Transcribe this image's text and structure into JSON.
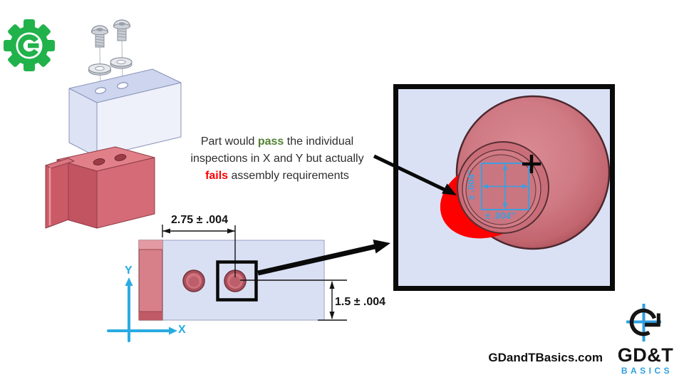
{
  "slide": {
    "note": {
      "l1a": "Part would ",
      "l1b": "pass",
      "l1c": " the individual",
      "l2": "inspections in X and Y but actually",
      "l3a": "fails",
      "l3b": " assembly requirements"
    },
    "drawing": {
      "dim_horizontal": "2.75 ± .004",
      "dim_vertical": "1.5 ± .004",
      "axis_x_label": "X",
      "axis_y_label": "Y"
    },
    "zoom_view": {
      "tolerance_y_label": "± .004\"",
      "tolerance_x_label": "± .004\""
    },
    "footer": {
      "website": "GDandTBasics.com",
      "logo_title": "GD&T",
      "logo_subtitle": "BASICS"
    },
    "icons": {
      "gear_logo": "gear-wrench-icon",
      "logo_mark": "position-symbol-g-icon"
    },
    "colors": {
      "pass_green": "#538135",
      "fail_red": "#fe0000",
      "interference_red": "#fe0000",
      "axis_cyan": "#29abe2",
      "dim_blue": "#3f9ede",
      "plate_lavender": "#dae0f4",
      "block_red": "#d46b76",
      "gear_green": "#21b24b",
      "logo_blue": "#2e9fe0"
    }
  }
}
